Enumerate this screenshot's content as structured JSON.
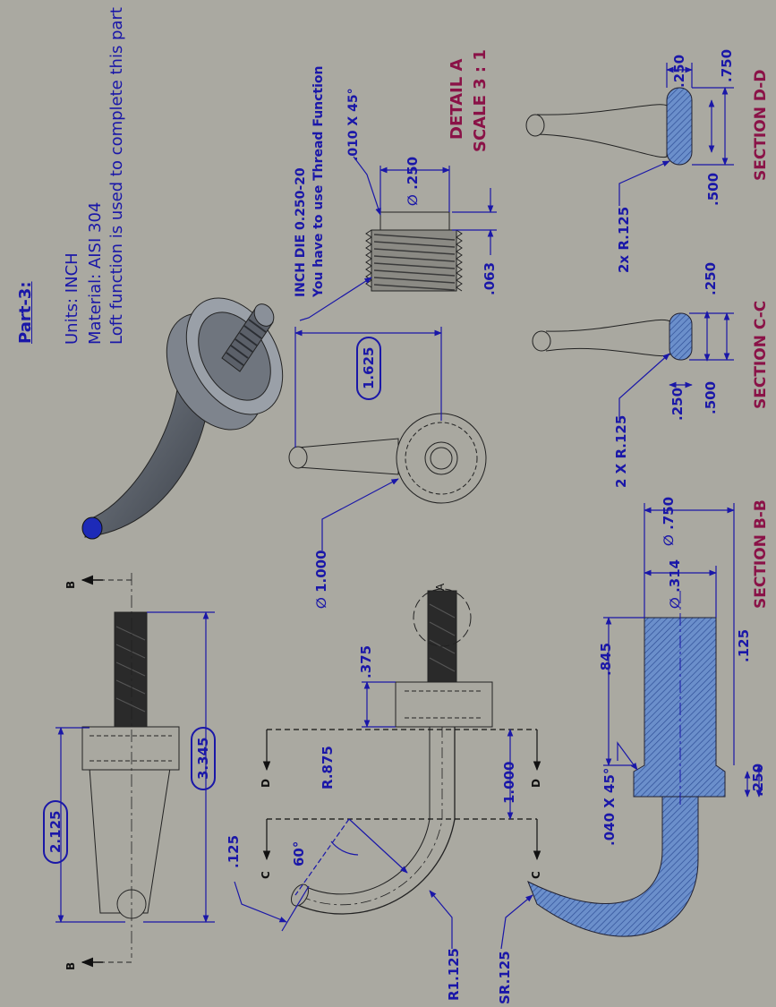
{
  "header": {
    "title": "Part-3:",
    "units": "Units: INCH",
    "material": "Material: AISI 304",
    "note": "Loft function is used to complete this part"
  },
  "detail": {
    "title": "DETAIL A",
    "scale": "SCALE 3 : 1"
  },
  "thread_note": {
    "line1": "INCH DIE 0.250-20",
    "line2": "You have to use Thread Function"
  },
  "dimensions": {
    "d_2125": "2.125",
    "d_3345": "3.345",
    "d_1625": "1.625",
    "d_phi1000": "∅ 1.000",
    "d_chamfer010": ".010 X 45°",
    "d_phi250": "∅ .250",
    "d_063": ".063",
    "d_r875": "R.875",
    "d_125_top": ".125",
    "d_60deg": "60°",
    "d_375": ".375",
    "d_1000": "1.000",
    "d_r1125": "R1.125",
    "d_sr125": "SR.125",
    "d_chamfer040": ".040 X 45°",
    "d_845": ".845",
    "d_phi314": "∅ .314",
    "d_phi750": "∅ .750",
    "d_125_b": ".125",
    "d_250_b": ".250",
    "d_2xr125_c": "2 X R.125",
    "d_250_c1": ".250",
    "d_250_c2": ".250",
    "d_500_c": ".500",
    "d_2xr125_d": "2x R.125",
    "d_500_d": ".500",
    "d_250_d": ".250",
    "d_750_d": ".750"
  },
  "section_labels": {
    "b": "SECTION B-B",
    "c": "SECTION C-C",
    "d": "SECTION D-D",
    "cut_b": "B",
    "cut_c": "C",
    "cut_d": "D",
    "detail_a": "A"
  },
  "colors": {
    "background": "#aaa9a1",
    "dimension": "#1a17a8",
    "section_title": "#8a1247",
    "section_fill": "#5a7fbf"
  }
}
